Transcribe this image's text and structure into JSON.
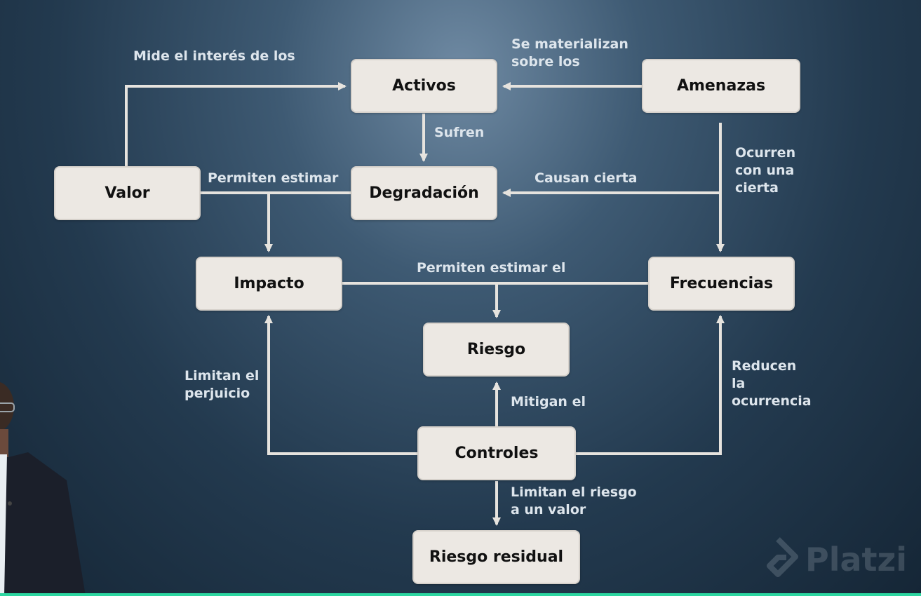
{
  "colors": {
    "node_fill": "#ece8e3",
    "line": "#e6e3de",
    "label_text": "#dde5ec",
    "accent_bar": "#2cd6a0"
  },
  "nodes": {
    "activos": "Activos",
    "amenazas": "Amenazas",
    "valor": "Valor",
    "degradacion": "Degradación",
    "impacto": "Impacto",
    "frecuencias": "Frecuencias",
    "riesgo": "Riesgo",
    "controles": "Controles",
    "riesgo_residual": "Riesgo residual"
  },
  "edges": {
    "mide_el_interes": "Mide el interés de los",
    "se_materializan": "Se materializan\nsobre los",
    "sufren": "Sufren",
    "permiten_estimar": "Permiten estimar",
    "causan_cierta": "Causan cierta",
    "ocurren_con": "Ocurren\ncon una\ncierta",
    "permiten_estimar_el": "Permiten estimar el",
    "limitan_el_perjuicio": "Limitan el\nperjuicio",
    "reducen_la_ocurrencia": "Reducen\nla\nocurrencia",
    "mitigan_el": "Mitigan el",
    "limitan_el_riesgo": "Limitan el riesgo\na un valor"
  },
  "watermark": {
    "brand": "Platzi",
    "icon": "platzi-logo-icon"
  }
}
